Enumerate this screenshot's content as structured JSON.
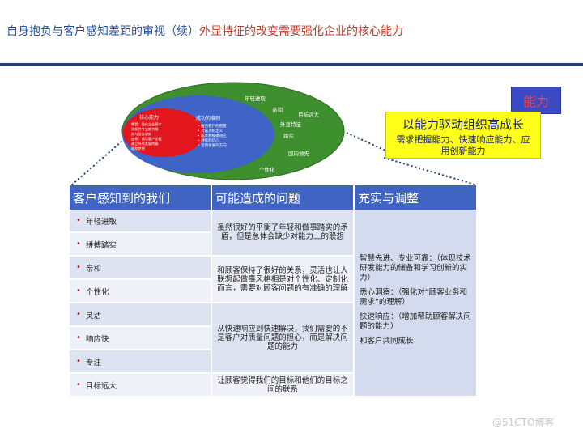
{
  "header": {
    "title_main": "自身抱负与客户感知差距的审视（续）",
    "title_highlight": "外显特征的改变需要强化企业的核心能力"
  },
  "diagram": {
    "outer_labels": [
      "年轻进取",
      "亲和",
      "目标远大",
      "外显特征",
      "踏实",
      "国内领先",
      "个性化"
    ],
    "middle_title": "成功的准则",
    "middle_items": [
      "服务客户的愿景",
      "对成功的定义",
      "成本和规模效应",
      "持续的信心",
      "坚持发展的方向"
    ],
    "inner_title": "核心能力",
    "inner_items": [
      "需要：强化企业基本",
      "功能性专业能力服",
      "务与服务创新",
      "使命：成功客户全程",
      "建立持续发展的基",
      "础和梦想"
    ]
  },
  "badge": {
    "label": "能力"
  },
  "callout": {
    "title": "以能力驱动组织高成长",
    "subtitle": "需求把握能力、快速响应能力、应用创新能力"
  },
  "table": {
    "headers": [
      "客户感知到的我们",
      "可能造成的问题",
      "充实与调整"
    ],
    "rows": [
      "年轻进取",
      "拼搏踏实",
      "亲和",
      "个性化",
      "灵活",
      "响应快",
      "专注",
      "目标远大"
    ],
    "problems": [
      "虽然很好的平衡了年轻和做事踏实的矛盾，但是总体会缺少对能力上的联想",
      "和顾客保持了很好的关系，灵活也让人联想起做事风格相是对个性化、定制化而言，需要对顾客问题的有准确的理解",
      "从快速响应到快速解决，我们需要的不是客户对质量问题的担心，而是解决问题的能力",
      "让顾客觉得我们的目标和他们的目标之间的联系"
    ],
    "adjustments": [
      "智慧先进、专业可靠：（体现技术研发能力的储备和学习创新的实力）",
      "悉心洞察：（强化对“顾客业务和需求”的理解）",
      "快速响应：（增加帮助顾客解决问题的能力）",
      "和客户共同成长"
    ]
  },
  "watermark": "@51CTO博客"
}
